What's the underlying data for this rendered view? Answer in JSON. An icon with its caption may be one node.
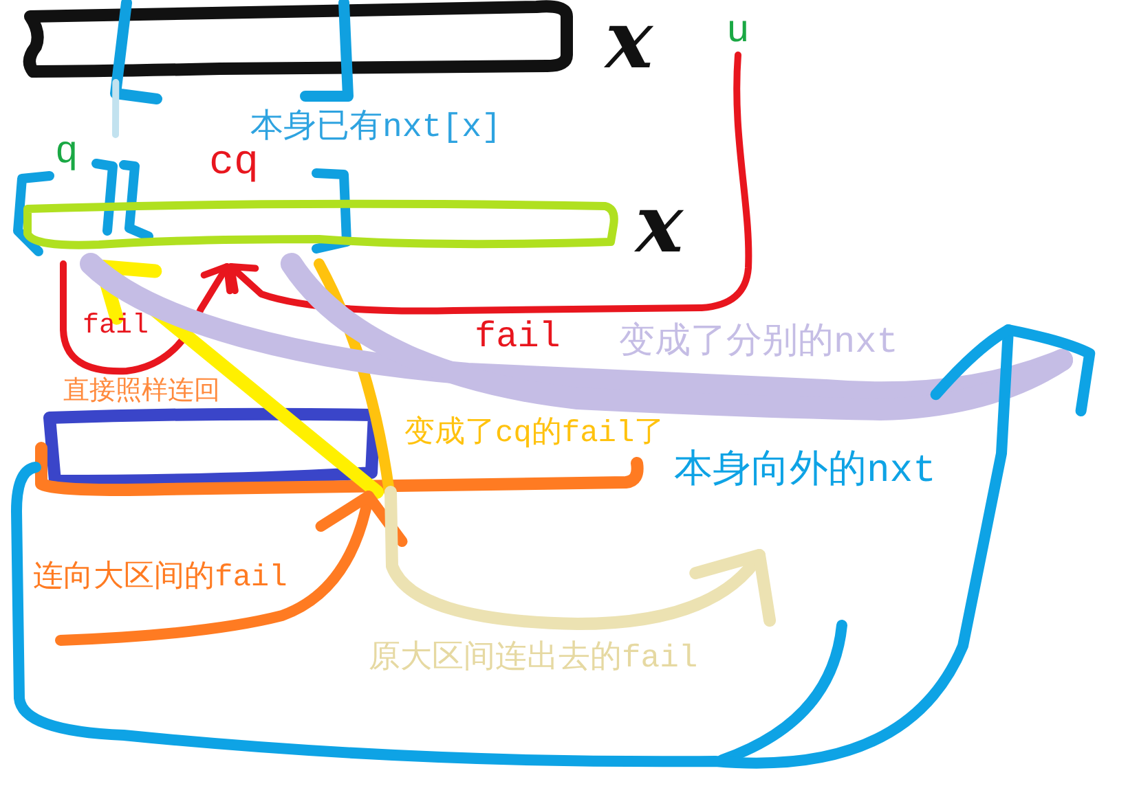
{
  "diagram": {
    "nodes": [
      {
        "text": [],
        "shape": "bar",
        "beside": [
          "x"
        ]
      },
      {
        "text": [
          "u"
        ]
      },
      {
        "text": [
          "q"
        ]
      },
      {
        "text": [
          "cq"
        ]
      },
      {
        "text": [],
        "shape": "bar",
        "beside": [
          "x"
        ]
      },
      {
        "text": [],
        "shape": "bar"
      }
    ],
    "edges": [
      {
        "from": 0,
        "to": 2,
        "arrow": "none",
        "color": "#c2e2ef"
      },
      {
        "from": 2,
        "to": 3,
        "arrow": "to",
        "label": "fail",
        "color": "#e8161e"
      },
      {
        "from": 1,
        "to": 3,
        "arrow": "to",
        "label": "fail",
        "color": "#e8161e"
      },
      {
        "from": 5,
        "to": 2,
        "arrow": "to",
        "label": "直接照样连回",
        "color": "#fff000"
      },
      {
        "from": 5,
        "to": 3,
        "arrow": "none",
        "label": "变成了cq的fail了",
        "color": "#ffc20e"
      },
      {
        "from": null,
        "to": 5,
        "arrow": "to",
        "label": "连向大区间的fail",
        "color": "#ff7b22"
      },
      {
        "from": 5,
        "to": null,
        "arrow": "to",
        "label": "原大区间连出去的fail",
        "color": "#ece2b2"
      },
      {
        "from": 2,
        "to": null,
        "arrow": "none",
        "label": "变成了分别的nxt",
        "color": "#c5bde5",
        "style": "thick"
      },
      {
        "from": 3,
        "to": null,
        "arrow": "none",
        "color": "#c5bde5",
        "style": "thick"
      },
      {
        "from": 5,
        "to": null,
        "arrow": "to",
        "label": "本身向外的nxt",
        "color": "#0ea3e5"
      }
    ],
    "labels": [
      "本身已有nxt[x]"
    ]
  }
}
